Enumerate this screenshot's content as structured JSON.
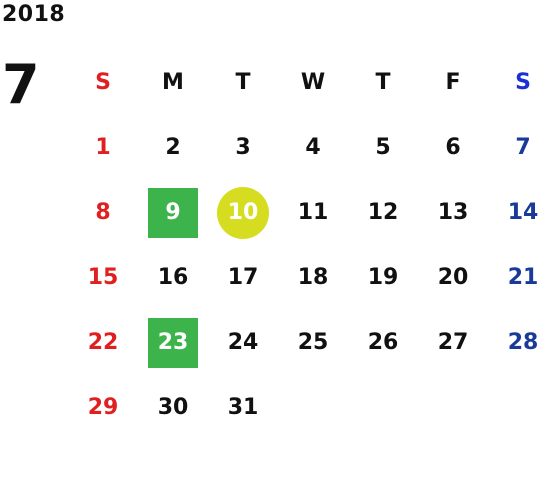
{
  "calendar": {
    "year": "2018",
    "month": "7",
    "weekdays": [
      "S",
      "M",
      "T",
      "W",
      "T",
      "F",
      "S"
    ],
    "weeks": [
      [
        "1",
        "2",
        "3",
        "4",
        "5",
        "6",
        "7"
      ],
      [
        "8",
        "9",
        "10",
        "11",
        "12",
        "13",
        "14"
      ],
      [
        "15",
        "16",
        "17",
        "18",
        "19",
        "20",
        "21"
      ],
      [
        "22",
        "23",
        "24",
        "25",
        "26",
        "27",
        "28"
      ],
      [
        "29",
        "30",
        "31",
        "",
        "",
        "",
        ""
      ]
    ]
  },
  "colors": {
    "sunday": "#e02020",
    "saturday": "#1a3a9a",
    "holiday_bg": "#3cb44b",
    "today_bg": "#d6dc1f"
  }
}
